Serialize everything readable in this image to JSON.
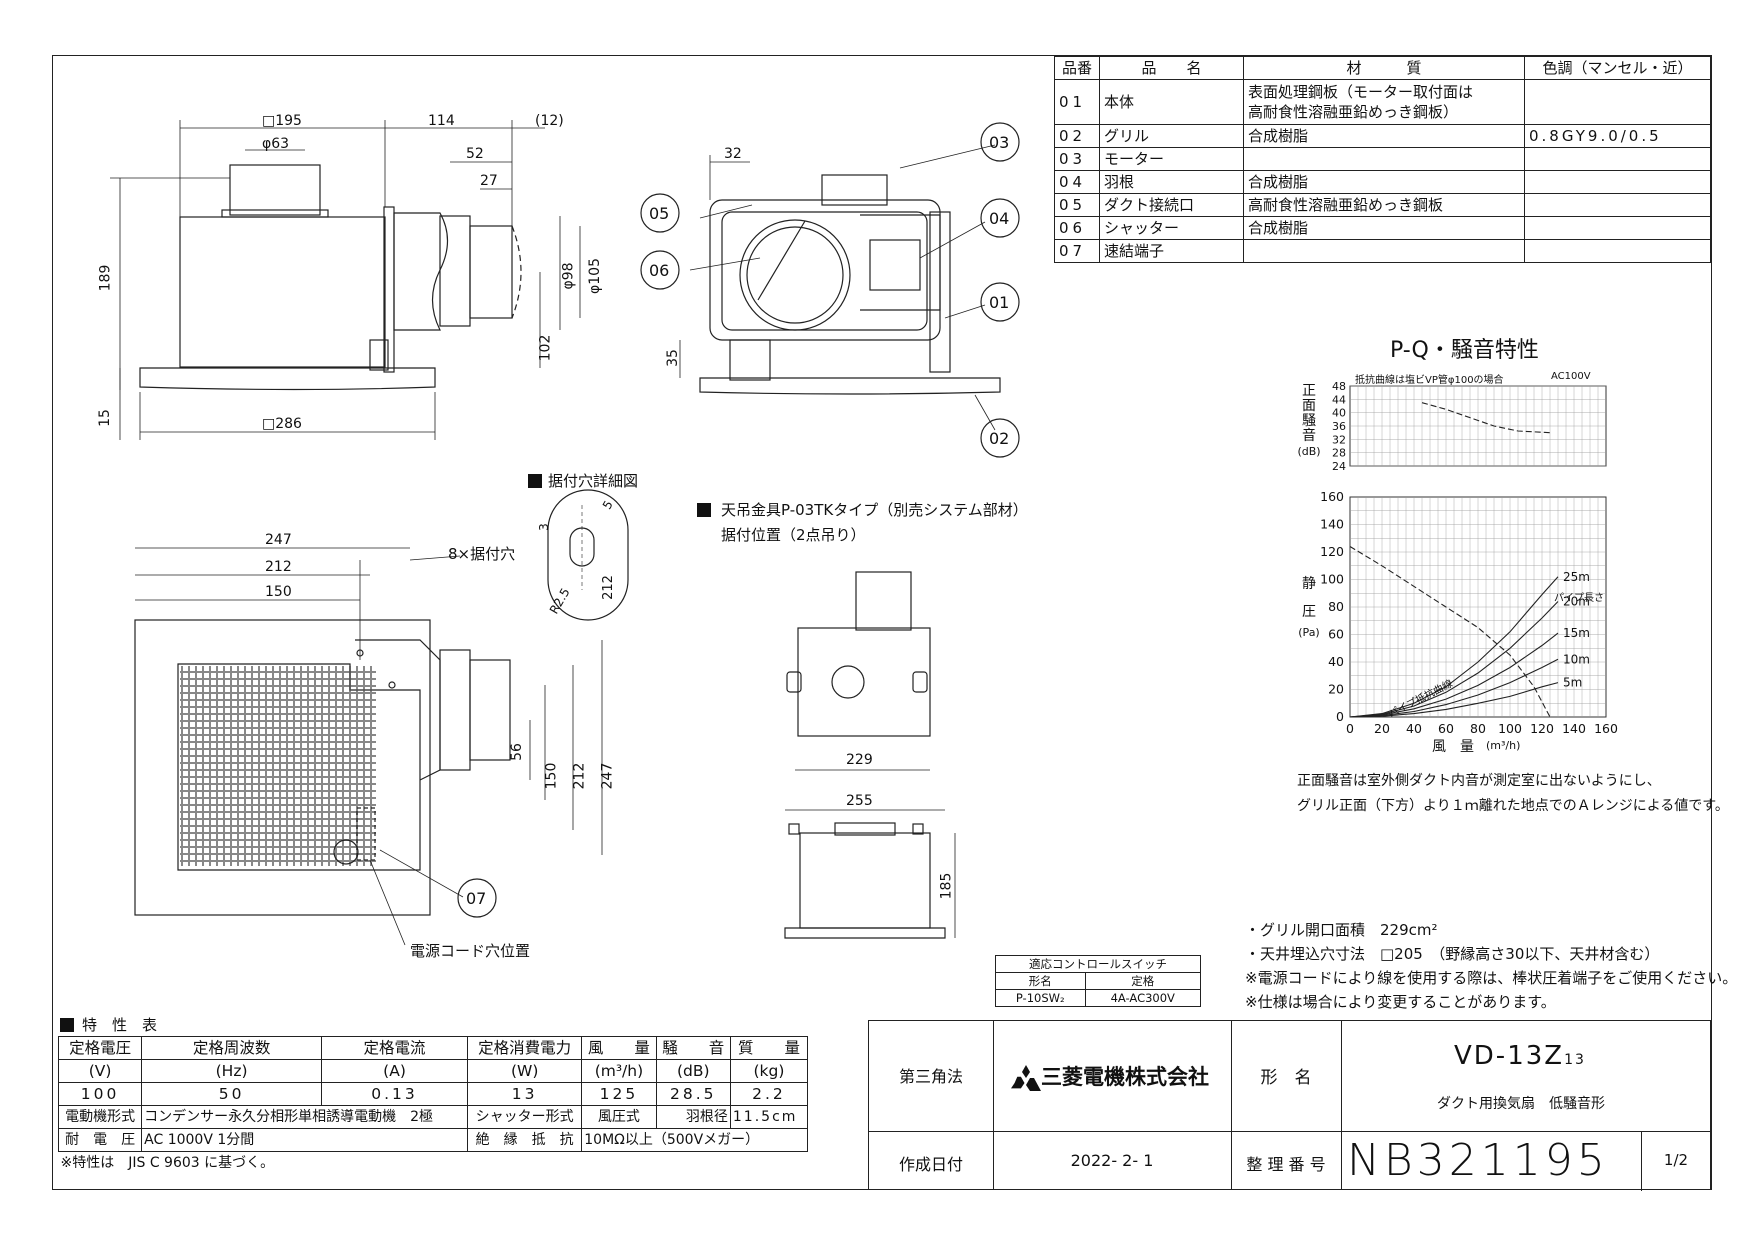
{
  "parts_table": {
    "headers": [
      "品番",
      "品　　名",
      "材　　　質",
      "色調（マンセル・近）"
    ],
    "rows": [
      {
        "no": "01",
        "name": "本体",
        "material": "表面処理鋼板（モーター取付面は",
        "material2": "高耐食性溶融亜鉛めっき鋼板）",
        "color": ""
      },
      {
        "no": "02",
        "name": "グリル",
        "material": "合成樹脂",
        "color": "0.8GY9.0/0.5"
      },
      {
        "no": "03",
        "name": "モーター",
        "material": "",
        "color": ""
      },
      {
        "no": "04",
        "name": "羽根",
        "material": "合成樹脂",
        "color": ""
      },
      {
        "no": "05",
        "name": "ダクト接続口",
        "material": "高耐食性溶融亜鉛めっき鋼板",
        "color": ""
      },
      {
        "no": "06",
        "name": "シャッター",
        "material": "合成樹脂",
        "color": ""
      },
      {
        "no": "07",
        "name": "速結端子",
        "material": "",
        "color": ""
      }
    ]
  },
  "front_view": {
    "dims": [
      "□195",
      "114",
      "(12)",
      "φ63",
      "52",
      "27",
      "189",
      "φ98",
      "φ105",
      "102",
      "15",
      "□286"
    ]
  },
  "side_view": {
    "dims": [
      "32",
      "35"
    ],
    "callouts": [
      "03",
      "05",
      "04",
      "06",
      "01",
      "02"
    ]
  },
  "mount_detail": {
    "title": "据付穴詳細図",
    "dims": [
      "5",
      "3",
      "R2.5",
      "212"
    ]
  },
  "plan_view": {
    "dims": [
      "247",
      "212",
      "150",
      "56",
      "150",
      "212",
      "247"
    ],
    "hole_label": "8×据付穴",
    "callout": "07",
    "cord_label": "電源コード穴位置"
  },
  "hanger": {
    "title1": "天吊金具P-03TKタイプ（別売システム部材）",
    "title2": "据付位置（2点吊り）",
    "dims": [
      "229",
      "255",
      "185"
    ]
  },
  "chart_title": "P-Q・騒音特性",
  "noise_note": "抵抗曲線は塩ビVP管φ100の場合",
  "noise_power": "AC100V",
  "noise_ylabel": [
    "正",
    "面",
    "騒",
    "音",
    "(dB)"
  ],
  "pressure_ylabel": [
    "静",
    "圧",
    "(Pa)"
  ],
  "chart_xlabel": "風　量",
  "chart_xunit": "(m³/h)",
  "pipe_len_label": "パイプ長さ",
  "pipe_curve_label": "パイプ抵抗曲線",
  "chart_data": [
    {
      "type": "line",
      "title": "",
      "ylabel": "正面騒音 (dB)",
      "ylim": [
        24,
        48
      ],
      "yticks": [
        "48",
        "44",
        "40",
        "36",
        "32",
        "28",
        "24"
      ],
      "series": [
        {
          "x": [
            45,
            60,
            75,
            90,
            105,
            125
          ],
          "y": [
            43,
            41,
            38.5,
            36,
            34.5,
            34
          ]
        }
      ]
    },
    {
      "type": "line",
      "title": "",
      "xlabel": "風量 (m³/h)",
      "ylabel": "静圧 (Pa)",
      "xlim": [
        0,
        160
      ],
      "ylim": [
        0,
        160
      ],
      "xticks": [
        "0",
        "20",
        "40",
        "60",
        "80",
        "100",
        "120",
        "140",
        "160"
      ],
      "yticks": [
        "160",
        "140",
        "120",
        "100",
        "80",
        "60",
        "40",
        "20",
        "0"
      ],
      "series": [
        {
          "x": [
            0,
            20,
            40,
            60,
            80,
            100,
            115,
            125
          ],
          "y": [
            124,
            110,
            95,
            80,
            65,
            45,
            22,
            0
          ]
        },
        {
          "name": "25m",
          "x": [
            0,
            20,
            40,
            60,
            80,
            100,
            120,
            130
          ],
          "y": [
            0,
            2.5,
            10,
            22,
            40,
            62,
            89,
            102
          ]
        },
        {
          "name": "20m",
          "x": [
            0,
            20,
            40,
            60,
            80,
            100,
            120,
            130
          ],
          "y": [
            0,
            2,
            8,
            18,
            32,
            50,
            72,
            84
          ]
        },
        {
          "name": "15m",
          "x": [
            0,
            20,
            40,
            60,
            80,
            100,
            120,
            130
          ],
          "y": [
            0,
            1.5,
            6,
            13,
            23,
            36,
            52,
            61
          ]
        },
        {
          "name": "10m",
          "x": [
            0,
            20,
            40,
            60,
            80,
            100,
            120,
            130
          ],
          "y": [
            0,
            1,
            4,
            9,
            16,
            25,
            36,
            42
          ]
        },
        {
          "name": "5m",
          "x": [
            0,
            20,
            40,
            60,
            80,
            100,
            120,
            130
          ],
          "y": [
            0,
            0.6,
            2.5,
            5.5,
            10,
            15,
            22,
            25
          ]
        }
      ]
    }
  ],
  "chart_note1": "正面騒音は室外側ダクト内音が測定室に出ないようにし、",
  "chart_note2": "グリル正面（下方）より１ｍ離れた地点でのＡレンジによる値です。",
  "bullets": [
    "・グリル開口面積　229cm²",
    "・天井埋込穴寸法　□205　（野縁高さ30以下、天井材含む）",
    "※電源コードにより線を使用する際は、棒状圧着端子をご使用ください。",
    "※仕様は場合により変更することがあります。"
  ],
  "control": {
    "header": "適応コントロールスイッチ",
    "col1": "形名",
    "col2": "定格",
    "val1": "P-10SW₂",
    "val2": "4A-AC300V"
  },
  "spec": {
    "title": "特　性　表",
    "headers": [
      "定格電圧",
      "定格周波数",
      "定格電流",
      "定格消費電力",
      "風　　量",
      "騒　　音",
      "質　　量"
    ],
    "units": [
      "(V)",
      "(Hz)",
      "(A)",
      "(W)",
      "(m³/h)",
      "(dB)",
      "(kg)"
    ],
    "values": [
      "100",
      "50",
      "0.13",
      "13",
      "125",
      "28.5",
      "2.2"
    ],
    "motor_label": "電動機形式",
    "motor_value": "コンデンサー永久分相形単相誘導電動機　2極",
    "shutter_label": "シャッター形式",
    "shutter_value": "風圧式",
    "blade_label": "羽根径",
    "blade_value": "11.5cm",
    "withstand_label": "耐　電　圧",
    "withstand_value": "AC 1000V 1分間",
    "insulation_label": "絶　縁　抵　抗",
    "insulation_value": "10MΩ以上（500Vメガー）",
    "note": "※特性は　JIS C 9603 に基づく。"
  },
  "title_block": {
    "projection": "第三角法",
    "company": "三菱電機株式会社",
    "model_label": "形　名",
    "model": "VD-13Z",
    "model_sub": "13",
    "desc": "ダクト用換気扇　低騒音形",
    "date_label": "作成日付",
    "date": "2022- 2- 1",
    "ref_label": "整 理 番 号",
    "ref": "NB321195",
    "page": "1/2"
  }
}
